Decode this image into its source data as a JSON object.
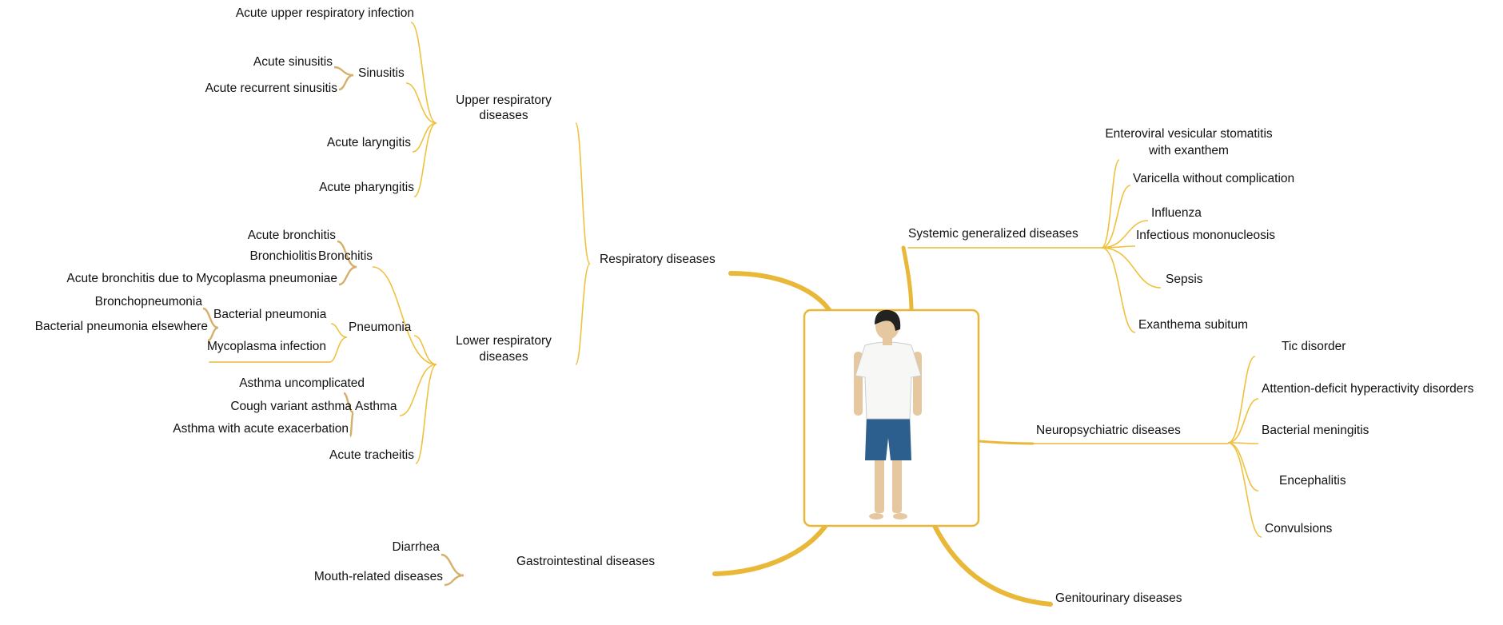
{
  "colors": {
    "branch": "#e9b838",
    "leaf": "#efc13e",
    "nested": "#d4b06a",
    "shorts": "#2d5f8e",
    "skin": "#e6c8a0",
    "hair": "#222222"
  },
  "center": {
    "figure": "child-figure"
  },
  "respiratory": {
    "label": "Respiratory diseases",
    "upper": {
      "label1": "Upper respiratory",
      "label2": "diseases",
      "items": {
        "auri": "Acute upper respiratory infection",
        "sinusitis": "Sinusitis",
        "acute_sinusitis": "Acute sinusitis",
        "acute_recurrent_sinusitis": "Acute recurrent sinusitis",
        "laryngitis": "Acute laryngitis",
        "pharyngitis": "Acute pharyngitis"
      }
    },
    "lower": {
      "label1": "Lower respiratory",
      "label2": "diseases",
      "items": {
        "bronchitis": "Bronchitis",
        "acute_bronchitis": "Acute bronchitis",
        "bronchiolitis": "Bronchiolitis",
        "bronchitis_mycoplasma": "Acute bronchitis due to Mycoplasma pneumoniae",
        "pneumonia": "Pneumonia",
        "bacterial_pneumonia": "Bacterial pneumonia",
        "bronchopneumonia": "Bronchopneumonia",
        "bacterial_pneumonia_elsewhere": "Bacterial pneumonia elsewhere",
        "mycoplasma_infection": "Mycoplasma infection",
        "asthma": "Asthma",
        "asthma_uncomplicated": "Asthma uncomplicated",
        "cough_variant_asthma": "Cough variant asthma",
        "asthma_acute": "Asthma with acute exacerbation",
        "tracheitis": "Acute tracheitis"
      }
    }
  },
  "gastro": {
    "label": "Gastrointestinal diseases",
    "items": {
      "diarrhea": "Diarrhea",
      "mouth": "Mouth-related diseases"
    }
  },
  "systemic": {
    "label": "Systemic generalized diseases",
    "items": {
      "enteroviral1": "Enteroviral vesicular stomatitis",
      "enteroviral2": "with exanthem",
      "varicella": "Varicella without complication",
      "influenza": "Influenza",
      "mononucleosis": "Infectious mononucleosis",
      "sepsis": "Sepsis",
      "exanthema": "Exanthema subitum"
    }
  },
  "neuro": {
    "label": "Neuropsychiatric diseases",
    "items": {
      "tic": "Tic disorder",
      "adhd": "Attention-deficit hyperactivity disorders",
      "meningitis": "Bacterial meningitis",
      "encephalitis": "Encephalitis",
      "convulsions": "Convulsions"
    }
  },
  "genitourinary": {
    "label": "Genitourinary diseases"
  }
}
